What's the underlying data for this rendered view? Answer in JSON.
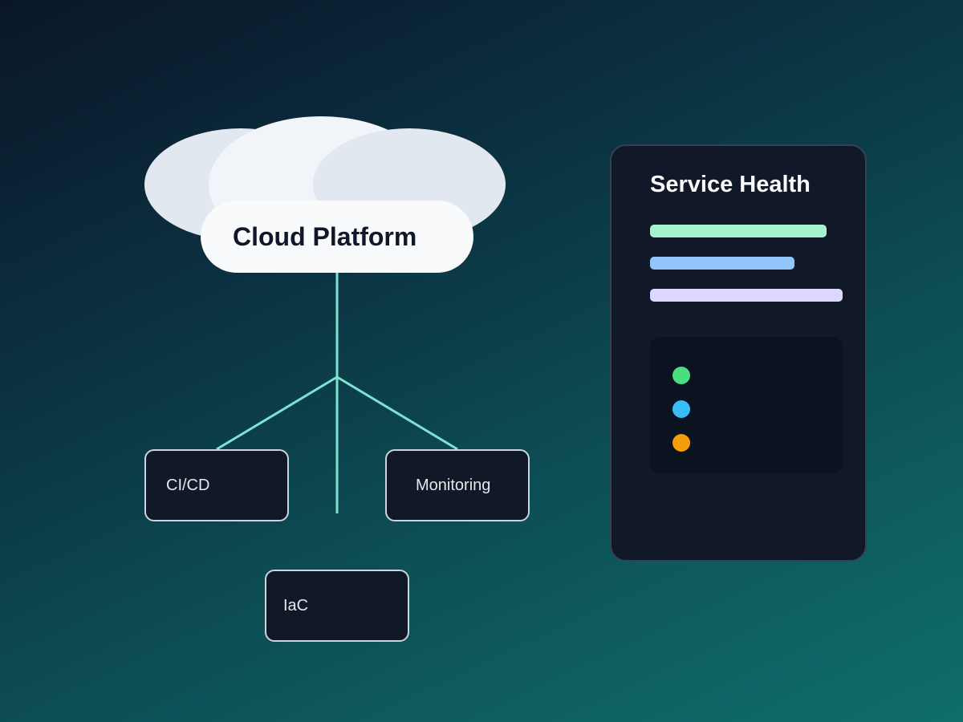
{
  "diagram": {
    "cloud": {
      "label": "Cloud Platform"
    },
    "nodes": [
      {
        "id": "cicd",
        "label": "CI/CD"
      },
      {
        "id": "monitoring",
        "label": "Monitoring"
      },
      {
        "id": "iac",
        "label": "IaC"
      }
    ],
    "edges": [
      {
        "from": "cloud",
        "to": "cicd"
      },
      {
        "from": "cloud",
        "to": "monitoring"
      },
      {
        "from": "cloud",
        "to": "iac"
      }
    ],
    "connector_color": "#7de3cf"
  },
  "health_panel": {
    "title": "Service Health",
    "metrics": [
      {
        "level": 0.917,
        "color": "#a7f3d0"
      },
      {
        "level": 0.75,
        "color": "#93c5fd"
      },
      {
        "level": 1.0,
        "color": "#ddd6fe"
      }
    ],
    "statuses": [
      {
        "color": "#4ade80"
      },
      {
        "color": "#38bdf8"
      },
      {
        "color": "#f59e0b"
      }
    ]
  }
}
